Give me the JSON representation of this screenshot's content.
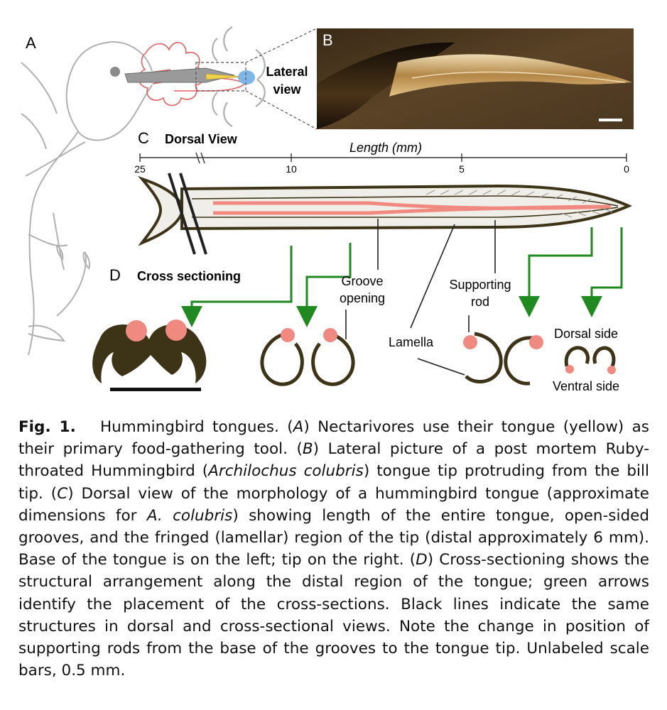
{
  "panels": {
    "a": {
      "letter": "A",
      "lateral_view": [
        "Lateral",
        "view"
      ]
    },
    "b": {
      "letter": "B"
    },
    "c": {
      "letter": "C",
      "title": "Dorsal View",
      "axis_label": "Length (mm)",
      "ticks": [
        "25",
        "10",
        "5",
        "0"
      ]
    },
    "d": {
      "letter": "D",
      "title": "Cross sectioning",
      "groove_opening": [
        "Groove",
        "opening"
      ],
      "supporting_rod": [
        "Supporting",
        "rod"
      ],
      "lamella": "Lamella",
      "dorsal_side": "Dorsal side",
      "ventral_side": "Ventral side"
    }
  },
  "colors": {
    "tongue_brown": "#3d3418",
    "rod_pink": "#f08a80",
    "arrow_green": "#1f8a1f",
    "bird_outline": "#b0b0b0",
    "flower_red": "#e06060",
    "tongue_yellow": "#f2d24a",
    "nectar_blue": "#7fb6e8"
  },
  "caption": {
    "label": "Fig. 1.",
    "a_letter": "A",
    "a_text": " Nectarivores use their tongue (yellow) as their primary food-gathering tool. (",
    "intro": "Hummingbird tongues. (",
    "b_letter": "B",
    "b_text": ") Lateral picture of a post mortem Ruby-throated Hummingbird (",
    "species": "Archilochus colubris",
    "b_text2": ") tongue tip protruding from the bill tip. (",
    "c_letter": "C",
    "c_text": ") Dorsal view of the morphology of a hummingbird tongue (approximate dimensions for ",
    "species_short": "A. colubris",
    "c_text2": ") showing length of the entire tongue, open-sided grooves, and the fringed (lamellar) region of the tip (distal approximately 6 mm). Base of the tongue is on the left; tip on the right. (",
    "d_letter": "D",
    "d_text": ") Cross-sectioning shows the structural arrangement along the distal region of the tongue; green arrows identify the placement of the cross-sections. Black lines indicate the same structures in dorsal and cross-sectional views. Note the change in position of supporting rods from the base of the grooves to the tongue tip. Unlabeled scale bars, 0.5 mm."
  }
}
